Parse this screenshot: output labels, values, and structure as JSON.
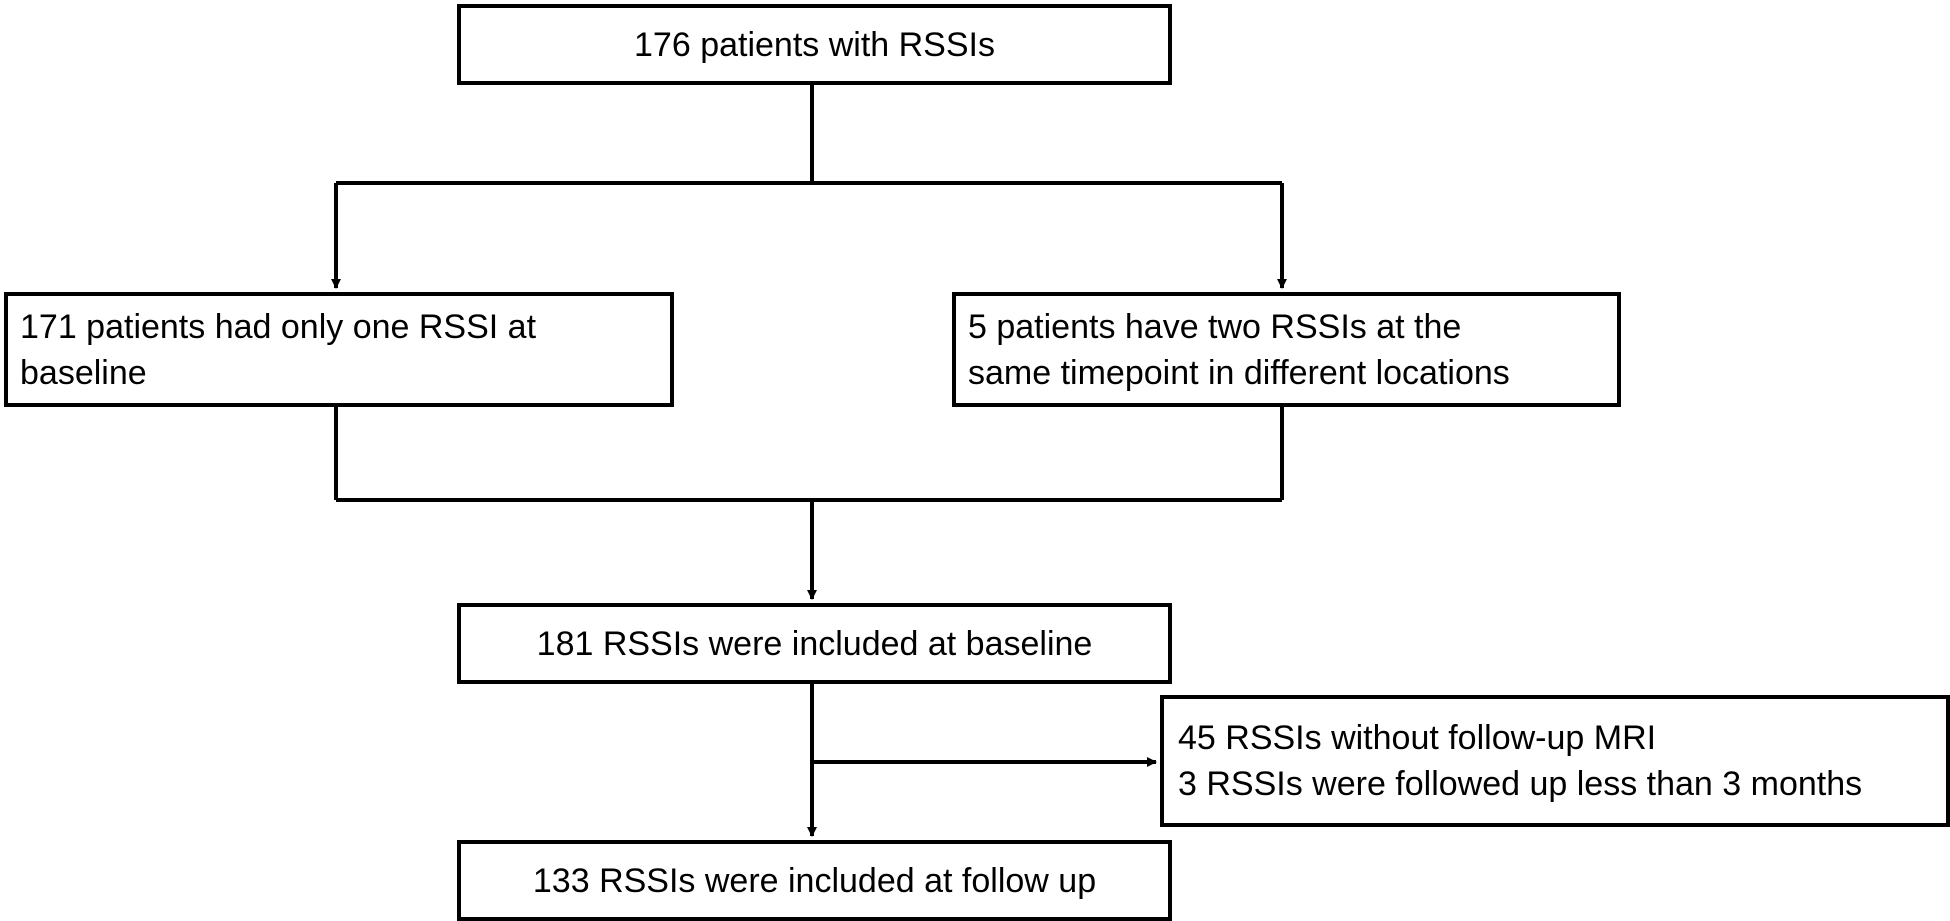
{
  "flowchart": {
    "start": {
      "label": "176 patients with RSSIs"
    },
    "single_rssi": {
      "lines": [
        "171 patients had only one RSSI at",
        "baseline"
      ]
    },
    "double_rssi": {
      "lines": [
        "5 patients have two RSSIs at the",
        "same timepoint in different locations"
      ]
    },
    "baseline_included": {
      "label": "181 RSSIs were included at baseline"
    },
    "excluded": {
      "lines": [
        "45 RSSIs without follow-up MRI",
        "3 RSSIs were followed up less than 3 months"
      ]
    },
    "followup_included": {
      "label": "133 RSSIs were included at follow up"
    }
  },
  "colors": {
    "line": "#000000",
    "box_border": "#000000",
    "background": "#ffffff",
    "text": "#000000"
  }
}
